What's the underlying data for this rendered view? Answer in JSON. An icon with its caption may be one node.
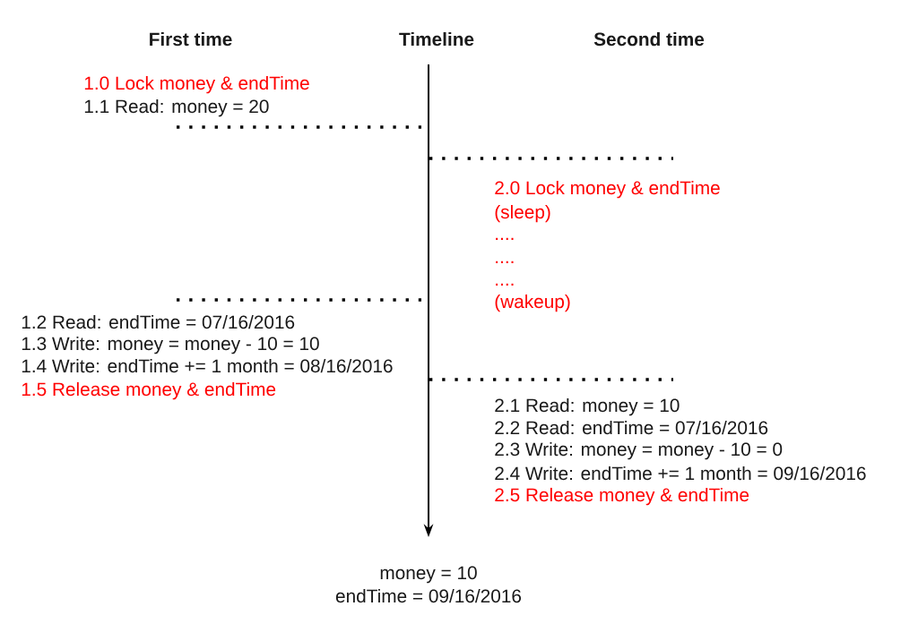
{
  "diagram": {
    "labels": [
      "First time",
      "Timeline",
      "Second time",
      "1.0 Lock money & endTime",
      "1.1 Read: money = 20",
      "2.0 Lock money & endTime",
      "(sleep)",
      "....",
      "....",
      "....",
      "(wakeup)",
      "1.2 Read: endTime = 07/16/2016",
      "1.3 Write: money = money - 10 = 10",
      "1.4 Write: endTime += 1 month = 08/16/2016",
      "1.5 Release money & endTime",
      "2.1 Read: money = 10",
      "2.2 Read: endTime = 07/16/2016",
      "2.3 Write: money = money - 10 = 0",
      "2.4 Write: endTime += 1 month = 09/16/2016",
      "2.5 Release money & endTime",
      "money = 10",
      "endTime = 09/16/2016"
    ]
  }
}
